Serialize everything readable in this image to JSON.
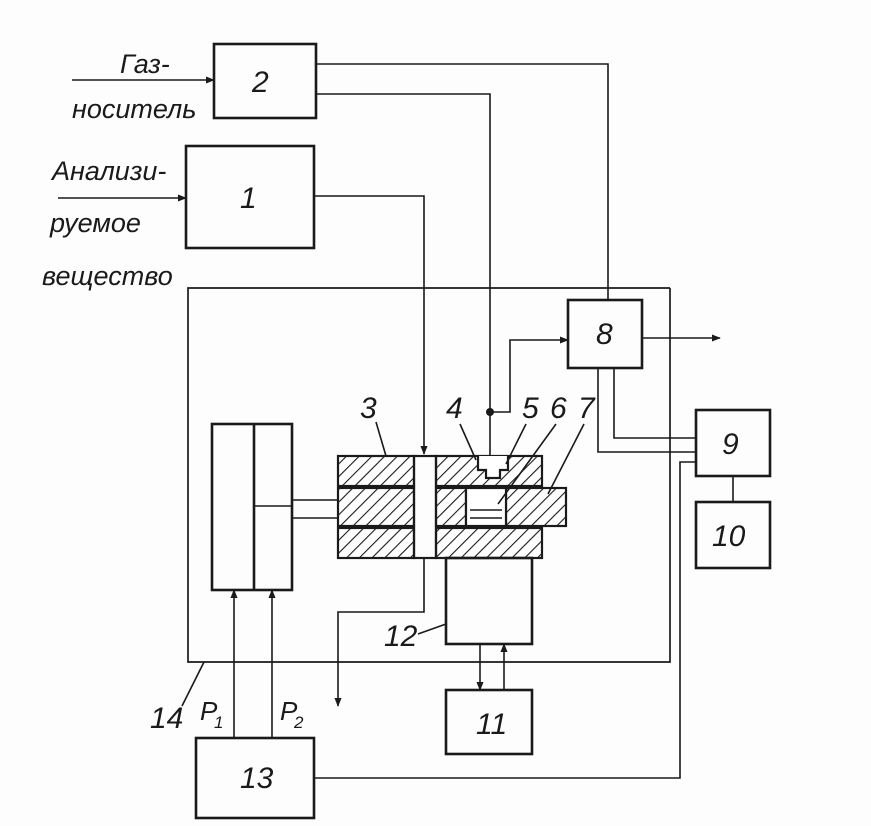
{
  "inputs": {
    "carrier_gas": [
      "Газ-",
      "носитель"
    ],
    "sample": [
      "Анализи-",
      "руемое",
      "вещество"
    ]
  },
  "blocks": {
    "b1": "1",
    "b2": "2",
    "b3": "3",
    "b4": "4",
    "b5": "5",
    "b6": "6",
    "b7": "7",
    "b8": "8",
    "b9": "9",
    "b10": "10",
    "b11": "11",
    "b12": "12",
    "b13": "13",
    "b14": "14"
  },
  "pressures": {
    "p1": "P",
    "p1_sub": "1",
    "p2": "P",
    "p2_sub": "2"
  }
}
